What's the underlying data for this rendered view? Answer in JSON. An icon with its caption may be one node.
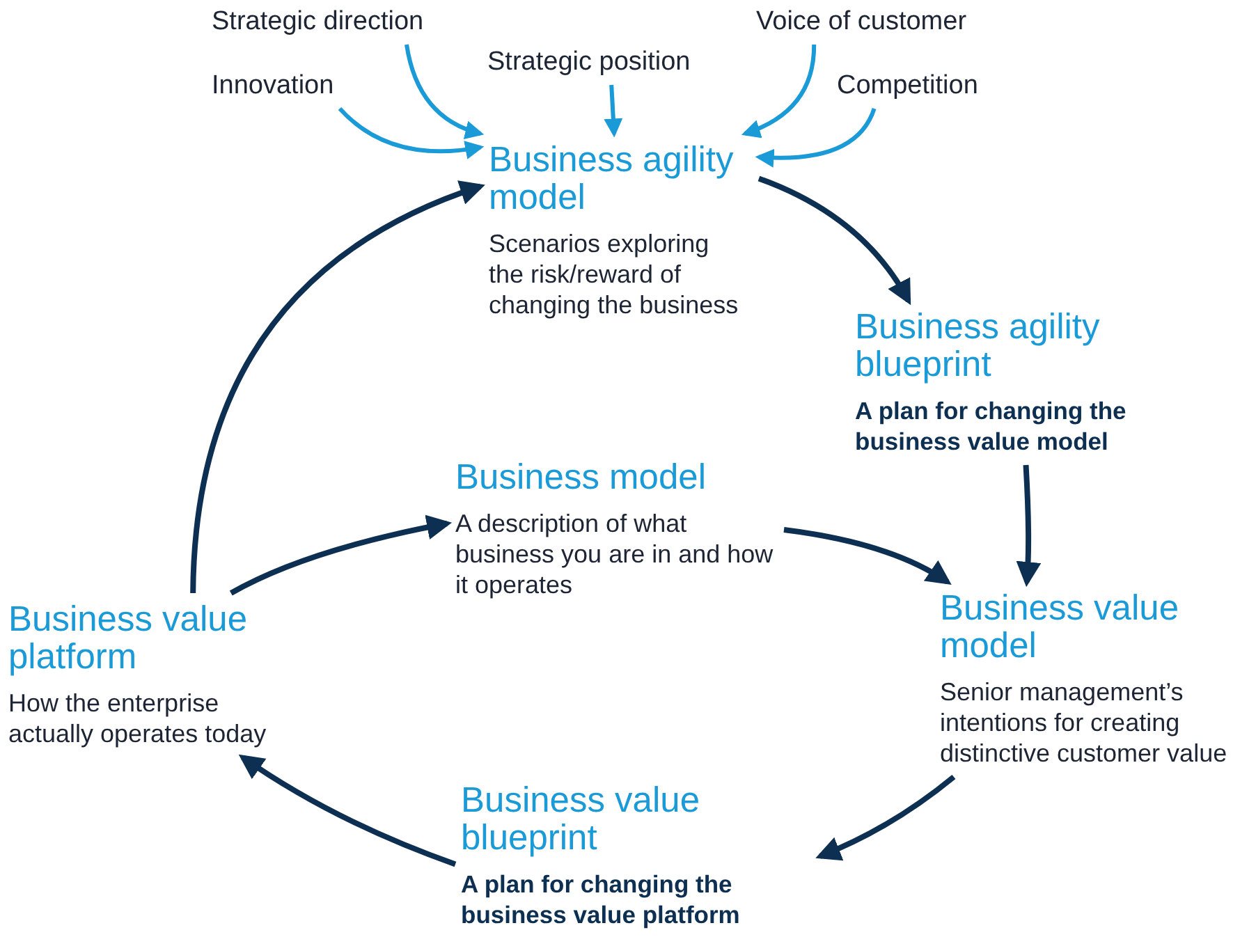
{
  "diagram": {
    "nodes": [
      {
        "text": [
          "Strategic direction"
        ]
      },
      {
        "text": [
          "Innovation"
        ]
      },
      {
        "text": [
          "Strategic position"
        ]
      },
      {
        "text": [
          "Voice of customer"
        ]
      },
      {
        "text": [
          "Competition"
        ]
      },
      {
        "text": [
          "Business agility model",
          "Scenarios exploring the risk/reward of changing the business"
        ]
      },
      {
        "text": [
          "Business agility blueprint",
          "A plan for changing the business value model"
        ]
      },
      {
        "text": [
          "Business model",
          "A description of what business you are in and how it operates"
        ]
      },
      {
        "text": [
          "Business value model",
          "Senior management’s intentions for creating distinctive customer value"
        ]
      },
      {
        "text": [
          "Business value blueprint",
          "A plan for changing the business value platform"
        ]
      },
      {
        "text": [
          "Business value platform",
          "How the enterprise actually operates today"
        ]
      }
    ],
    "edges": [
      {
        "from": 0,
        "to": 5,
        "arrow": "to",
        "color": "#1a9ad6"
      },
      {
        "from": 1,
        "to": 5,
        "arrow": "to",
        "color": "#1a9ad6"
      },
      {
        "from": 2,
        "to": 5,
        "arrow": "to",
        "color": "#1a9ad6"
      },
      {
        "from": 3,
        "to": 5,
        "arrow": "to",
        "color": "#1a9ad6"
      },
      {
        "from": 4,
        "to": 5,
        "arrow": "to",
        "color": "#1a9ad6"
      },
      {
        "from": 5,
        "to": 6,
        "arrow": "to"
      },
      {
        "from": 6,
        "to": 8,
        "arrow": "to"
      },
      {
        "from": 7,
        "to": 8,
        "arrow": "to"
      },
      {
        "from": 10,
        "to": 7,
        "arrow": "to"
      },
      {
        "from": 10,
        "to": 5,
        "arrow": "to"
      },
      {
        "from": 8,
        "to": 9,
        "arrow": "to"
      },
      {
        "from": 9,
        "to": 10,
        "arrow": "to"
      }
    ]
  }
}
